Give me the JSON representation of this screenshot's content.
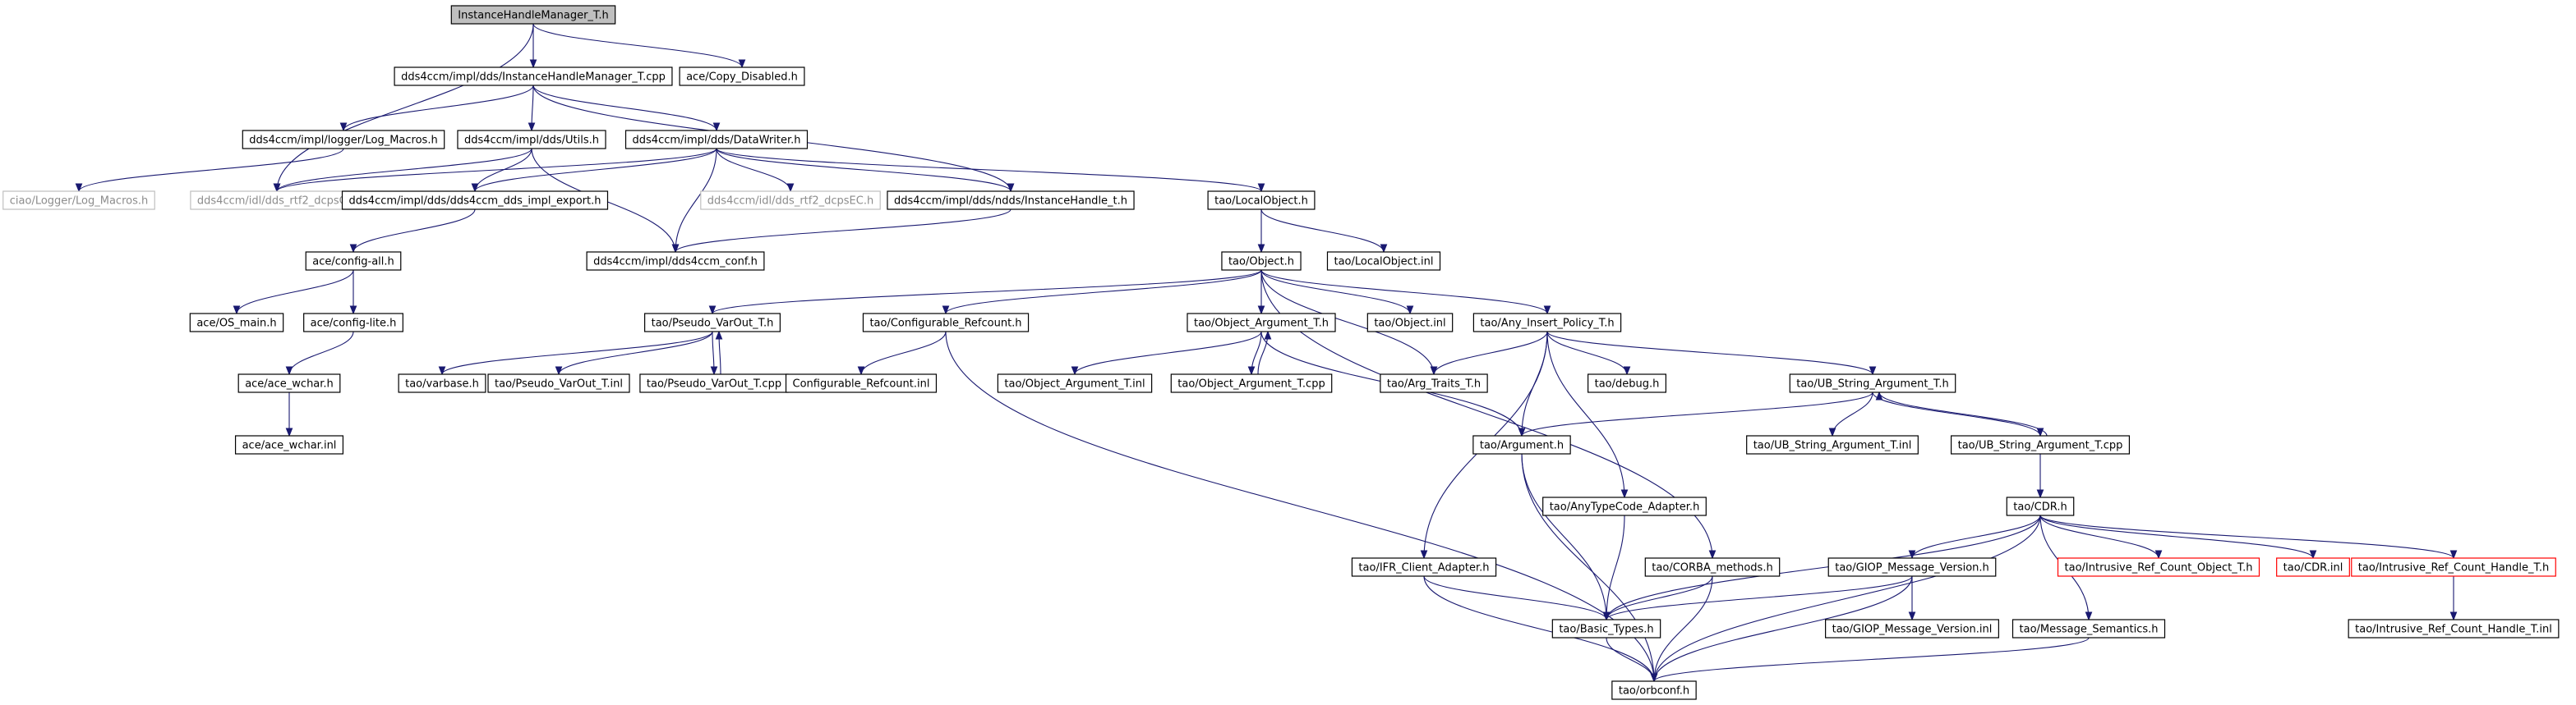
{
  "colors": {
    "edge": "#191970",
    "root_fill": "#bfbfbf",
    "node_border": "#000000",
    "external_border": "#bfbfbf",
    "truncated_border": "#ff0000"
  },
  "nodes": [
    {
      "id": "n0",
      "label": "InstanceHandleManager_T.h",
      "kind": "root"
    },
    {
      "id": "n1",
      "label": "dds4ccm/impl/dds/InstanceHandleManager_T.cpp"
    },
    {
      "id": "n2",
      "label": "ace/Copy_Disabled.h"
    },
    {
      "id": "n3",
      "label": "dds4ccm/impl/logger/Log_Macros.h"
    },
    {
      "id": "n4",
      "label": "dds4ccm/impl/dds/Utils.h"
    },
    {
      "id": "n5",
      "label": "dds4ccm/impl/dds/DataWriter.h"
    },
    {
      "id": "n6",
      "label": "ciao/Logger/Log_Macros.h",
      "kind": "external"
    },
    {
      "id": "n7",
      "label": "dds4ccm/idl/dds_rtf2_dcpsC.h",
      "kind": "external"
    },
    {
      "id": "n8",
      "label": "dds4ccm/impl/dds/dds4ccm_dds_impl_export.h"
    },
    {
      "id": "n9",
      "label": "dds4ccm/idl/dds_rtf2_dcpsEC.h",
      "kind": "external"
    },
    {
      "id": "n10",
      "label": "dds4ccm/impl/dds/ndds/InstanceHandle_t.h"
    },
    {
      "id": "n11",
      "label": "tao/LocalObject.h"
    },
    {
      "id": "n12",
      "label": "ace/config-all.h"
    },
    {
      "id": "n13",
      "label": "dds4ccm/impl/dds4ccm_conf.h"
    },
    {
      "id": "n14",
      "label": "tao/Object.h"
    },
    {
      "id": "n15",
      "label": "tao/LocalObject.inl"
    },
    {
      "id": "n16",
      "label": "ace/OS_main.h"
    },
    {
      "id": "n17",
      "label": "ace/config-lite.h"
    },
    {
      "id": "n18",
      "label": "tao/Pseudo_VarOut_T.h"
    },
    {
      "id": "n19",
      "label": "tao/Configurable_Refcount.h"
    },
    {
      "id": "n20",
      "label": "tao/Object_Argument_T.h"
    },
    {
      "id": "n21",
      "label": "tao/Object.inl"
    },
    {
      "id": "n22",
      "label": "tao/Any_Insert_Policy_T.h"
    },
    {
      "id": "n23",
      "label": "ace/ace_wchar.h"
    },
    {
      "id": "n24",
      "label": "tao/varbase.h"
    },
    {
      "id": "n25",
      "label": "tao/Pseudo_VarOut_T.inl"
    },
    {
      "id": "n26",
      "label": "tao/Pseudo_VarOut_T.cpp"
    },
    {
      "id": "n27",
      "label": "Configurable_Refcount.inl"
    },
    {
      "id": "n28",
      "label": "tao/Object_Argument_T.inl"
    },
    {
      "id": "n29",
      "label": "tao/Object_Argument_T.cpp"
    },
    {
      "id": "n30",
      "label": "tao/Arg_Traits_T.h"
    },
    {
      "id": "n31",
      "label": "tao/debug.h"
    },
    {
      "id": "n32",
      "label": "tao/UB_String_Argument_T.h"
    },
    {
      "id": "n33",
      "label": "ace/ace_wchar.inl"
    },
    {
      "id": "n34",
      "label": "tao/Argument.h"
    },
    {
      "id": "n35",
      "label": "tao/UB_String_Argument_T.inl"
    },
    {
      "id": "n36",
      "label": "tao/UB_String_Argument_T.cpp"
    },
    {
      "id": "n37",
      "label": "tao/AnyTypeCode_Adapter.h"
    },
    {
      "id": "n38",
      "label": "tao/CDR.h"
    },
    {
      "id": "n39",
      "label": "tao/IFR_Client_Adapter.h"
    },
    {
      "id": "n40",
      "label": "tao/CORBA_methods.h"
    },
    {
      "id": "n41",
      "label": "tao/GIOP_Message_Version.h"
    },
    {
      "id": "n42",
      "label": "tao/Intrusive_Ref_Count_Object_T.h",
      "kind": "truncated"
    },
    {
      "id": "n43",
      "label": "tao/CDR.inl",
      "kind": "truncated"
    },
    {
      "id": "n44",
      "label": "tao/Intrusive_Ref_Count_Handle_T.h",
      "kind": "truncated"
    },
    {
      "id": "n45",
      "label": "tao/Basic_Types.h"
    },
    {
      "id": "n46",
      "label": "tao/GIOP_Message_Version.inl"
    },
    {
      "id": "n47",
      "label": "tao/Message_Semantics.h"
    },
    {
      "id": "n48",
      "label": "tao/Intrusive_Ref_Count_Handle_T.inl"
    },
    {
      "id": "n49",
      "label": "tao/orbconf.h"
    }
  ],
  "edges": [
    [
      "n0",
      "n1"
    ],
    [
      "n0",
      "n2"
    ],
    [
      "n0",
      "n7"
    ],
    [
      "n1",
      "n3"
    ],
    [
      "n1",
      "n4"
    ],
    [
      "n1",
      "n5"
    ],
    [
      "n1",
      "n10"
    ],
    [
      "n3",
      "n6"
    ],
    [
      "n4",
      "n7"
    ],
    [
      "n4",
      "n8"
    ],
    [
      "n4",
      "n13"
    ],
    [
      "n5",
      "n7"
    ],
    [
      "n5",
      "n8"
    ],
    [
      "n5",
      "n9"
    ],
    [
      "n5",
      "n10"
    ],
    [
      "n5",
      "n11"
    ],
    [
      "n5",
      "n13"
    ],
    [
      "n8",
      "n12"
    ],
    [
      "n10",
      "n13"
    ],
    [
      "n11",
      "n14"
    ],
    [
      "n11",
      "n15"
    ],
    [
      "n12",
      "n16"
    ],
    [
      "n12",
      "n17"
    ],
    [
      "n17",
      "n23"
    ],
    [
      "n23",
      "n33"
    ],
    [
      "n14",
      "n18"
    ],
    [
      "n14",
      "n19"
    ],
    [
      "n14",
      "n20"
    ],
    [
      "n14",
      "n21"
    ],
    [
      "n14",
      "n22"
    ],
    [
      "n14",
      "n30"
    ],
    [
      "n14",
      "n40"
    ],
    [
      "n18",
      "n24"
    ],
    [
      "n18",
      "n25"
    ],
    [
      "n18",
      "n26"
    ],
    [
      "n26",
      "n18"
    ],
    [
      "n19",
      "n27"
    ],
    [
      "n19",
      "n49"
    ],
    [
      "n20",
      "n28"
    ],
    [
      "n20",
      "n29"
    ],
    [
      "n29",
      "n20"
    ],
    [
      "n20",
      "n34"
    ],
    [
      "n22",
      "n30"
    ],
    [
      "n22",
      "n31"
    ],
    [
      "n22",
      "n32"
    ],
    [
      "n22",
      "n34"
    ],
    [
      "n22",
      "n37"
    ],
    [
      "n22",
      "n39"
    ],
    [
      "n32",
      "n34"
    ],
    [
      "n32",
      "n35"
    ],
    [
      "n32",
      "n36"
    ],
    [
      "n36",
      "n32"
    ],
    [
      "n36",
      "n38"
    ],
    [
      "n34",
      "n45"
    ],
    [
      "n34",
      "n49"
    ],
    [
      "n37",
      "n45"
    ],
    [
      "n38",
      "n45"
    ],
    [
      "n38",
      "n41"
    ],
    [
      "n38",
      "n47"
    ],
    [
      "n38",
      "n42"
    ],
    [
      "n38",
      "n43"
    ],
    [
      "n38",
      "n44"
    ],
    [
      "n38",
      "n49"
    ],
    [
      "n39",
      "n45"
    ],
    [
      "n39",
      "n49"
    ],
    [
      "n40",
      "n45"
    ],
    [
      "n40",
      "n49"
    ],
    [
      "n41",
      "n45"
    ],
    [
      "n41",
      "n46"
    ],
    [
      "n41",
      "n49"
    ],
    [
      "n44",
      "n48"
    ],
    [
      "n45",
      "n49"
    ],
    [
      "n47",
      "n49"
    ]
  ]
}
